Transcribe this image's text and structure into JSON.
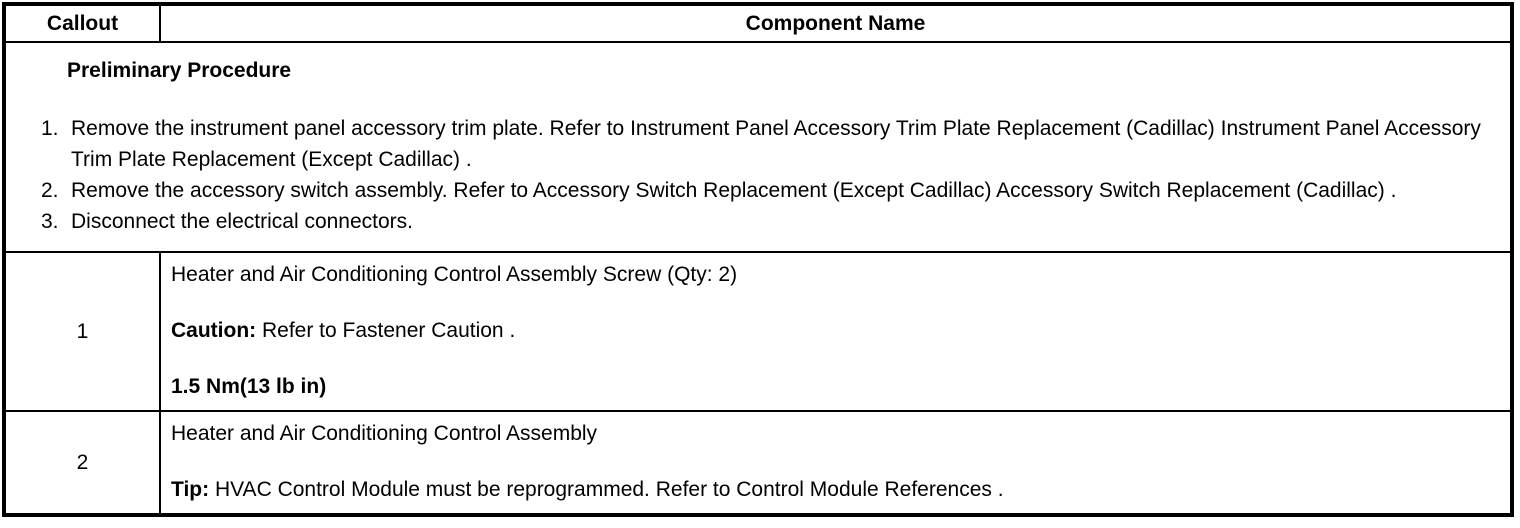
{
  "colors": {
    "border": "#000000",
    "background": "#ffffff",
    "text": "#000000"
  },
  "table": {
    "header": {
      "callout": "Callout",
      "component_name": "Component Name"
    },
    "preliminary": {
      "title": "Preliminary Procedure",
      "steps": [
        {
          "num": "1.",
          "text": "Remove the instrument panel accessory trim plate. Refer to Instrument Panel Accessory Trim Plate Replacement (Cadillac) Instrument Panel Accessory Trim Plate Replacement (Except Cadillac) ."
        },
        {
          "num": "2.",
          "text": "Remove the accessory switch assembly. Refer to Accessory Switch Replacement (Except Cadillac) Accessory Switch Replacement (Cadillac) ."
        },
        {
          "num": "3.",
          "text": "Disconnect the electrical connectors."
        }
      ]
    },
    "rows": [
      {
        "callout": "1",
        "paragraphs": [
          {
            "bold": "",
            "text": "Heater and Air Conditioning Control Assembly Screw (Qty: 2)"
          },
          {
            "bold": "Caution:",
            "text": " Refer to Fastener Caution ."
          },
          {
            "bold": "1.5 Nm(13 lb in)",
            "text": ""
          }
        ]
      },
      {
        "callout": "2",
        "paragraphs": [
          {
            "bold": "",
            "text": "Heater and Air Conditioning Control Assembly"
          },
          {
            "bold": "Tip:",
            "text": " HVAC Control Module must be reprogrammed. Refer to Control Module References ."
          }
        ]
      }
    ]
  }
}
